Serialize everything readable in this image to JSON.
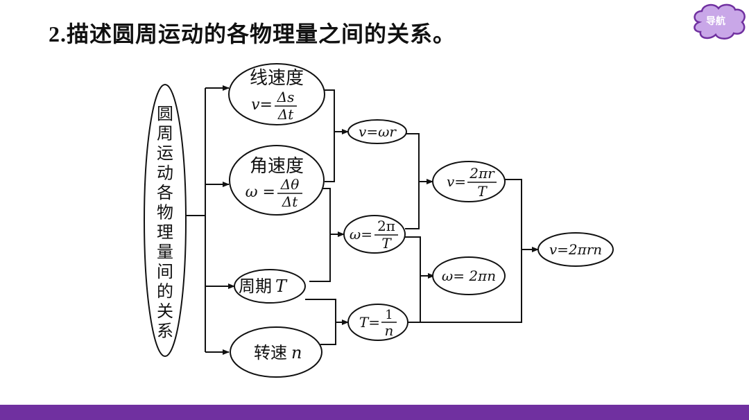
{
  "title": {
    "num": "2.",
    "text": "描述圆周运动的各物理量之间的关系。"
  },
  "nav": {
    "label": "导航",
    "color": "#7030a0",
    "fill": "#c9a7e8"
  },
  "diagram": {
    "root": [
      "圆",
      "周",
      "运",
      "动",
      "各",
      "物",
      "理",
      "量",
      "间",
      "的",
      "关",
      "系"
    ],
    "linear": {
      "label": "线速度",
      "lhs": "v=",
      "num": "Δs",
      "den": "Δt"
    },
    "angular": {
      "label": "角速度",
      "lhs": "ω =",
      "num": "Δθ",
      "den": "Δt"
    },
    "period": {
      "label": "周期",
      "var": "T"
    },
    "rpm": {
      "label": "转速",
      "var": "n"
    },
    "f1": "v=ωr",
    "f2": {
      "lhs": "ω=",
      "num": "2π",
      "den": "T"
    },
    "f3": {
      "lhs": "T=",
      "num": "1",
      "den": "n"
    },
    "f4": {
      "lhs": "v=",
      "num": "2πr",
      "den": "T"
    },
    "f5": "ω= 2πn",
    "f6": "v=2πrn"
  }
}
